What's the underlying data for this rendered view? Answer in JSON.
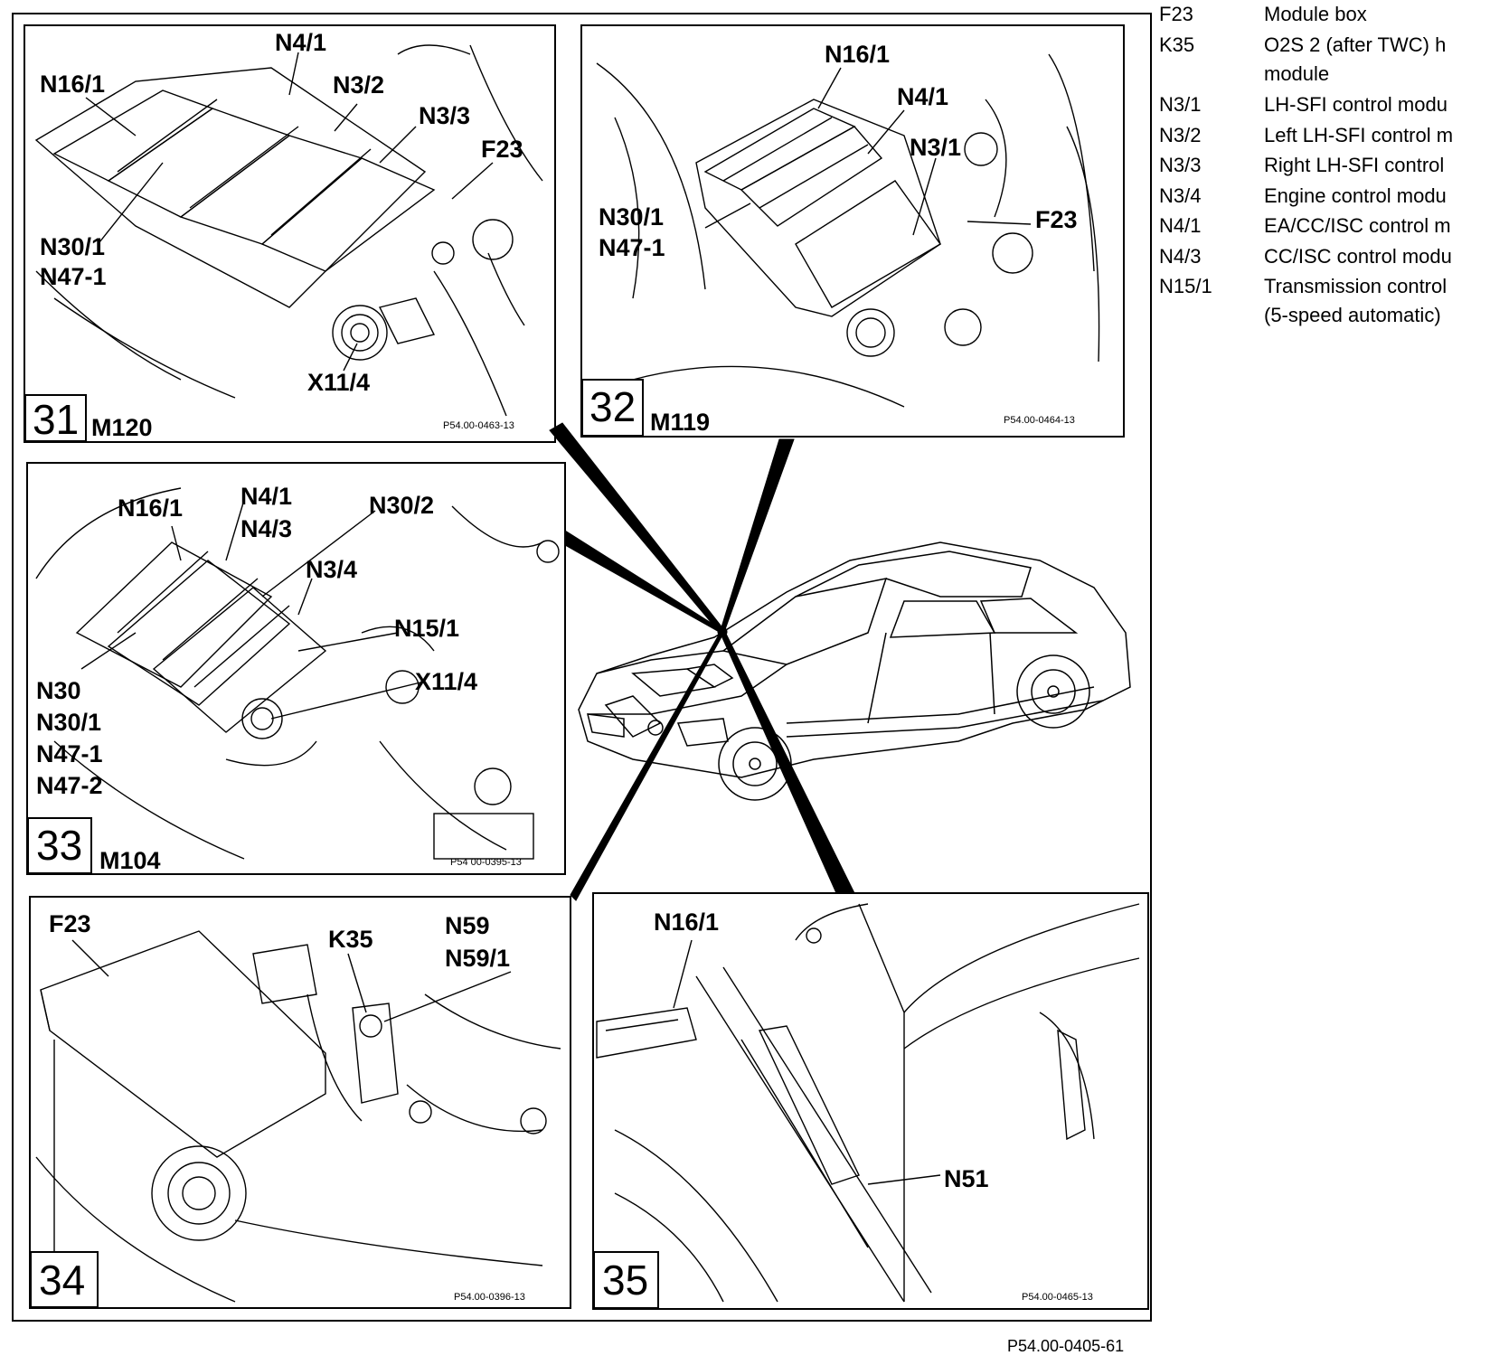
{
  "panels": [
    {
      "number": "31",
      "engine": "M120",
      "ref": "P54.00-0463-13",
      "labels": [
        "N16/1",
        "N4/1",
        "N3/2",
        "N3/3",
        "F23",
        "N30/1",
        "N47-1",
        "X11/4"
      ]
    },
    {
      "number": "32",
      "engine": "M119",
      "ref": "P54.00-0464-13",
      "labels": [
        "N16/1",
        "N4/1",
        "N3/1",
        "F23",
        "N30/1",
        "N47-1"
      ]
    },
    {
      "number": "33",
      "engine": "M104",
      "ref": "P54 00-0395-13",
      "labels": [
        "N16/1",
        "N4/1",
        "N4/3",
        "N30/2",
        "N3/4",
        "N15/1",
        "X11/4",
        "N30",
        "N30/1",
        "N47-1",
        "N47-2"
      ]
    },
    {
      "number": "34",
      "engine": "",
      "ref": "P54.00-0396-13",
      "labels": [
        "F23",
        "K35",
        "N59",
        "N59/1"
      ]
    },
    {
      "number": "35",
      "engine": "",
      "ref": "P54.00-0465-13",
      "labels": [
        "N16/1",
        "N51"
      ]
    }
  ],
  "legend": [
    {
      "code": "F23",
      "lines": [
        "Module box"
      ]
    },
    {
      "code": "K35",
      "lines": [
        "O2S 2 (after TWC) h",
        "module"
      ]
    },
    {
      "code": "N3/1",
      "lines": [
        "LH-SFI control modu"
      ]
    },
    {
      "code": "N3/2",
      "lines": [
        "Left LH-SFI control m"
      ]
    },
    {
      "code": "N3/3",
      "lines": [
        "Right LH-SFI control"
      ]
    },
    {
      "code": "N3/4",
      "lines": [
        "Engine control modu"
      ]
    },
    {
      "code": "N4/1",
      "lines": [
        "EA/CC/ISC control m"
      ]
    },
    {
      "code": "N4/3",
      "lines": [
        "CC/ISC control modu"
      ]
    },
    {
      "code": "N15/1",
      "lines": [
        "Transmission control",
        "(5-speed automatic)"
      ]
    }
  ],
  "figure_ref": "P54.00-0405-61"
}
